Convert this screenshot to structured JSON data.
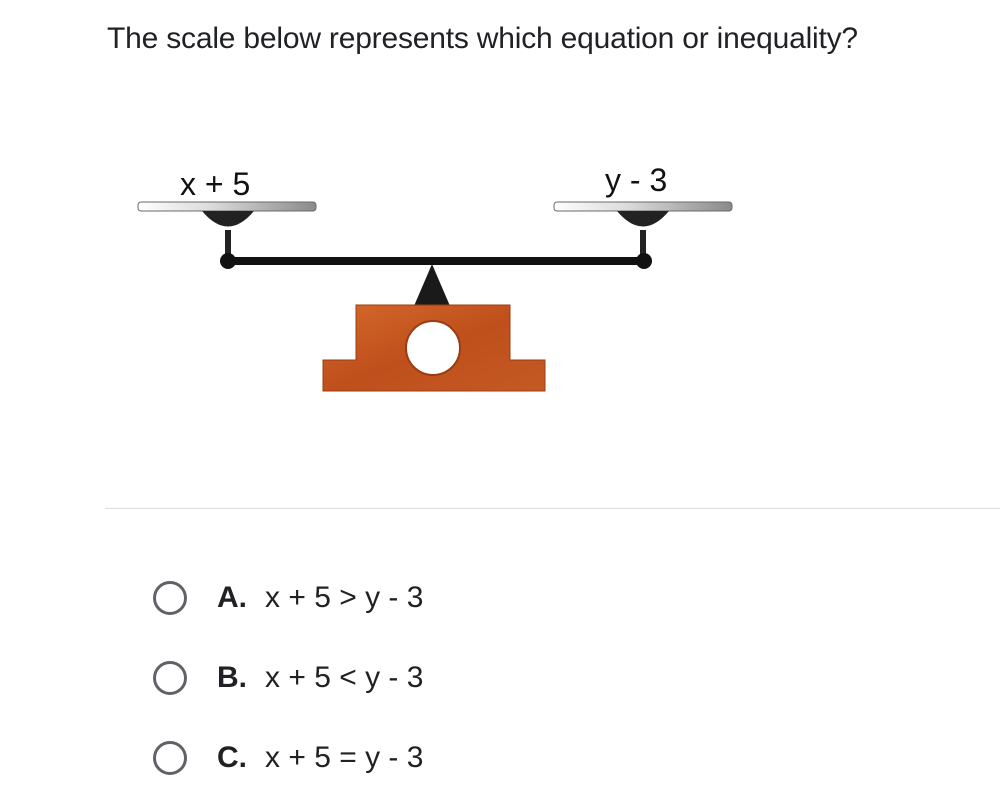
{
  "question": {
    "text": "The scale below represents which equation or inequality?"
  },
  "scale": {
    "left_label": "x + 5",
    "right_label": "y - 3",
    "base_color": "#c9561f",
    "beam_color": "#111111"
  },
  "options": [
    {
      "letter": "A.",
      "text": "x + 5 > y - 3"
    },
    {
      "letter": "B.",
      "text": "x + 5 < y - 3"
    },
    {
      "letter": "C.",
      "text": "x + 5 = y - 3"
    }
  ]
}
